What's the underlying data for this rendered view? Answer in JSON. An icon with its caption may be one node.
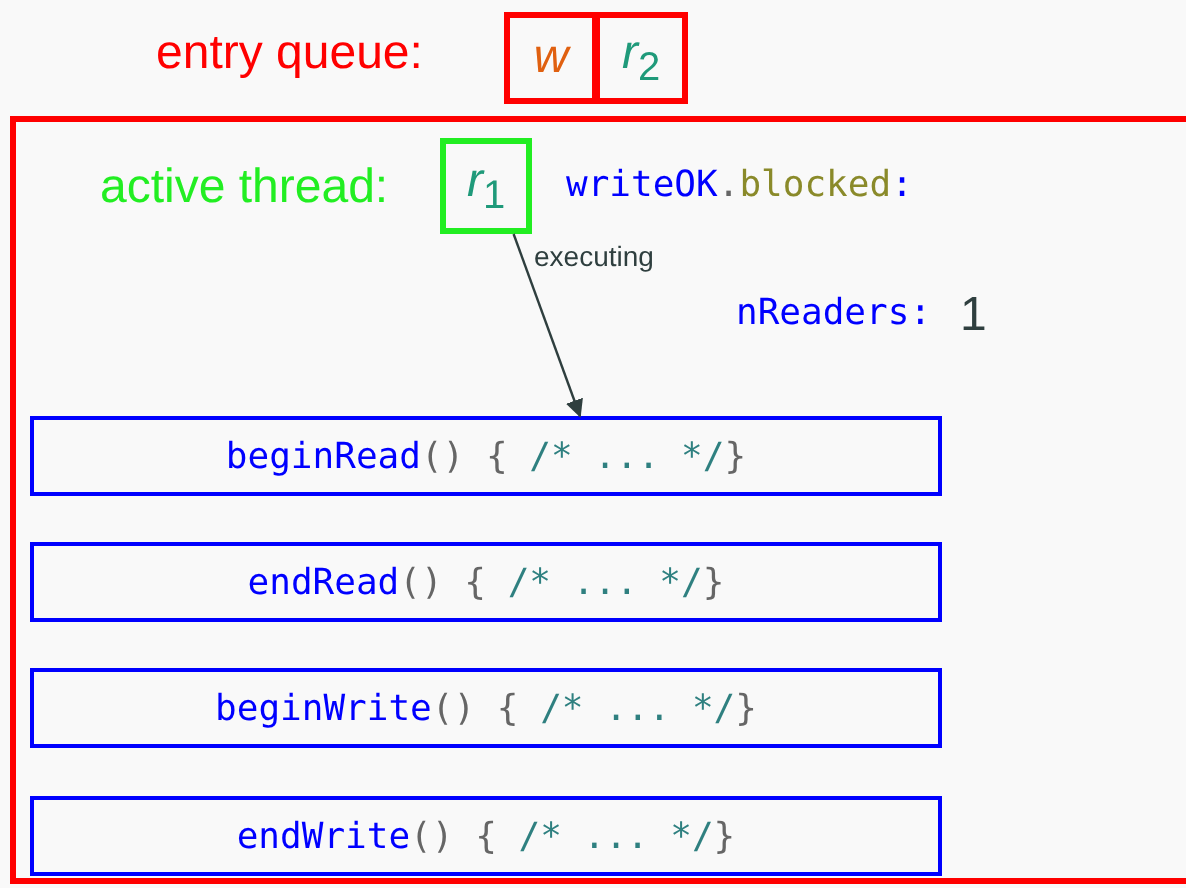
{
  "diagram": {
    "nodes": [
      {
        "text": [
          "w"
        ]
      },
      {
        "text": [
          "*r*$_{2}$"
        ]
      },
      {
        "text": [],
        "shape": "box"
      },
      {
        "text": [
          "*r*$_{1}$"
        ],
        "in": 2
      },
      {
        "text": [
          "beginRead() { /* ... */}"
        ],
        "in": 2
      },
      {
        "text": [
          "endRead() { /* ... */}"
        ],
        "in": 2
      },
      {
        "text": [
          "beginWrite() { /* ... */}"
        ],
        "in": 2
      },
      {
        "text": [
          "endWrite() { /* ... */}"
        ],
        "in": 2
      }
    ],
    "edges": [
      {
        "from": 3,
        "to": 4,
        "arrow": "to",
        "label": "executing"
      }
    ],
    "labels": [
      "entry queue:",
      "active thread:",
      "writeOK.blocked:",
      "nReaders:",
      "1"
    ]
  }
}
